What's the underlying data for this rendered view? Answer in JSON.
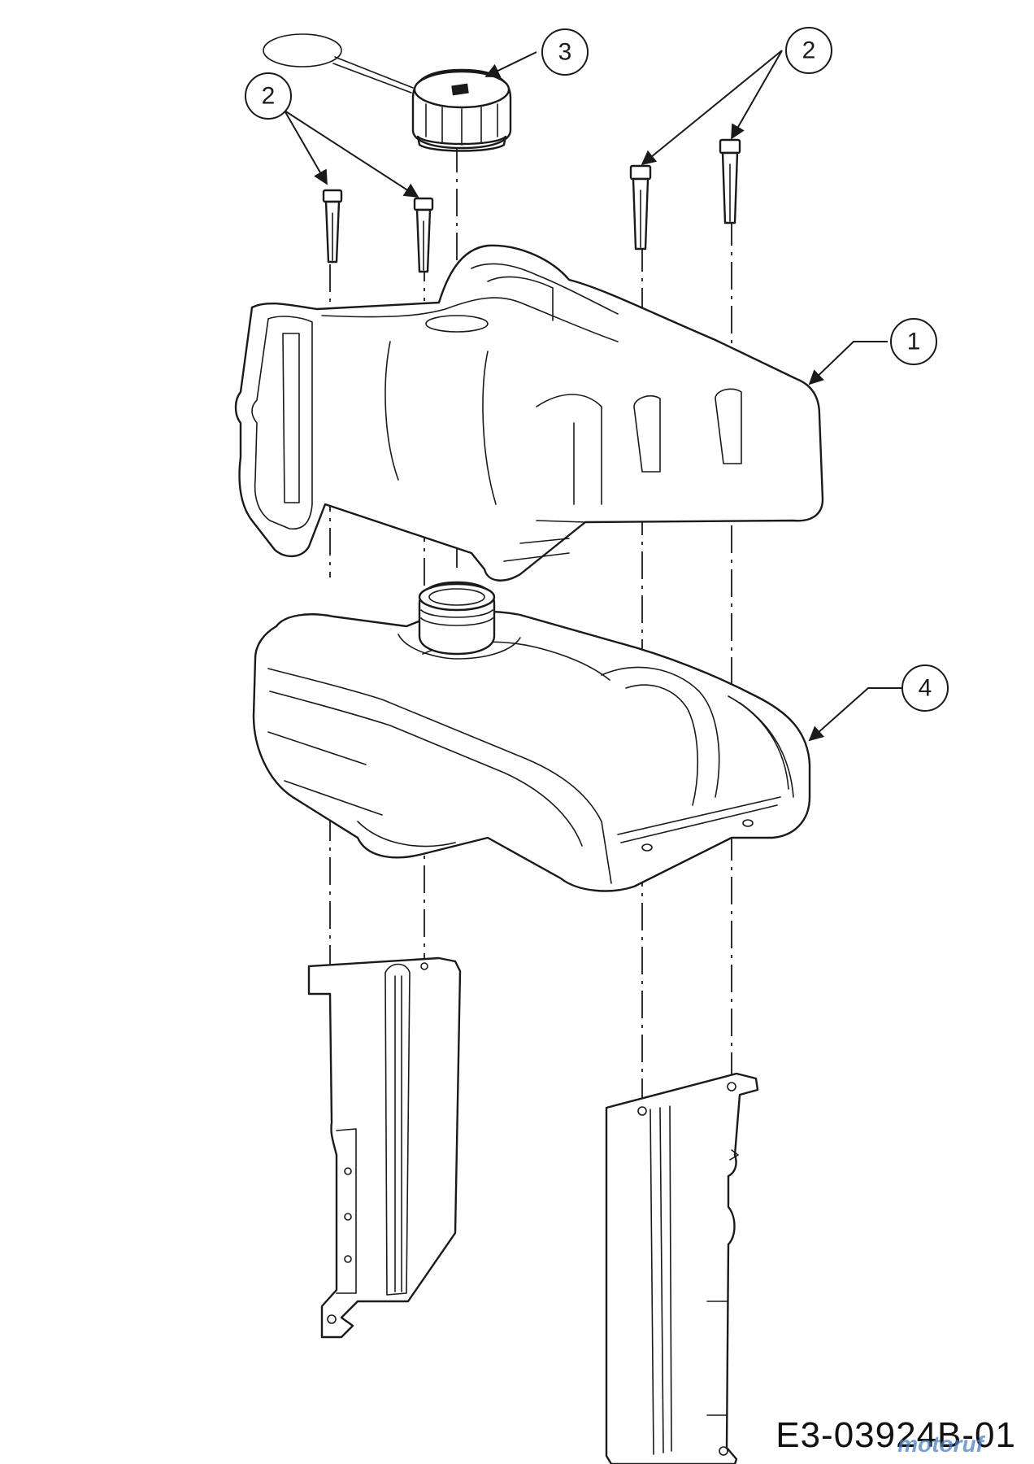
{
  "callouts": [
    {
      "label": "3"
    },
    {
      "label": "2"
    },
    {
      "label": "2"
    },
    {
      "label": "1"
    },
    {
      "label": "4"
    }
  ],
  "drawing_number": "E3-03924B-01",
  "watermark": "motoruf"
}
